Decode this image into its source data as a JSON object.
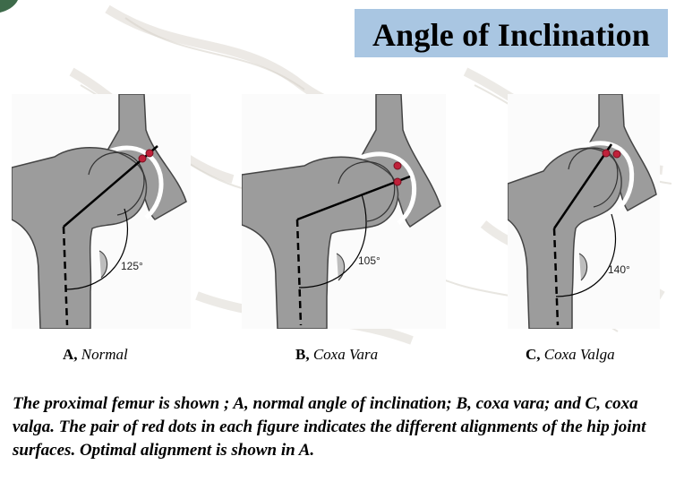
{
  "title": "Angle of Inclination",
  "figures": [
    {
      "letter": "A,",
      "name": "Normal",
      "angle": "125°"
    },
    {
      "letter": "B,",
      "name": "Coxa Vara",
      "angle": "105°"
    },
    {
      "letter": "C,",
      "name": "Coxa Valga",
      "angle": "140°"
    }
  ],
  "caption": "The proximal femur is shown ; A, normal angle of inclination; B, coxa vara; and C, coxa valga. The pair of red dots in each figure indicates the different alignments of the hip joint surfaces. Optimal alignment is shown in A.",
  "colors": {
    "title_bg": "#a9c6e2",
    "bone": "#9c9c9c",
    "dots": "#c0213a"
  }
}
